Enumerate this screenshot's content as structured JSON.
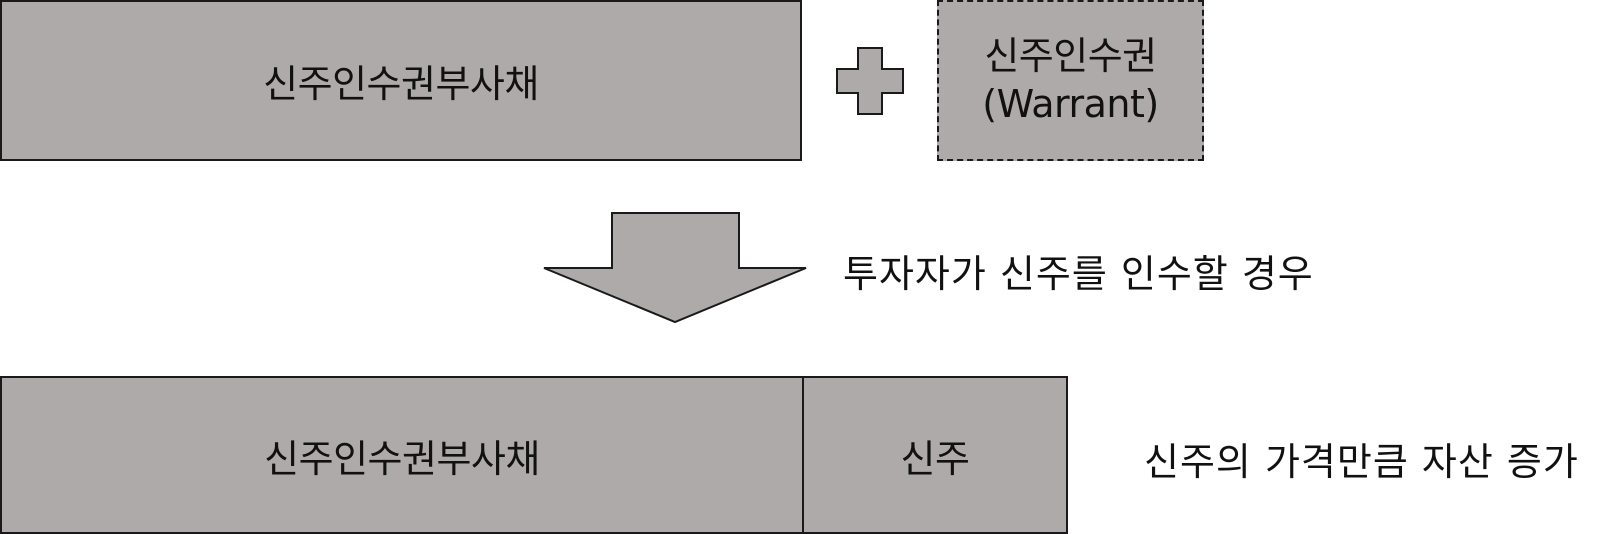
{
  "top": {
    "bond_label": "신주인수권부사채",
    "warrant_label": "신주인수권",
    "warrant_sublabel": "(Warrant)"
  },
  "transition": {
    "note": "투자자가 신주를 인수할 경우"
  },
  "bottom": {
    "bond_label": "신주인수권부사채",
    "share_label": "신주",
    "note": "신주의 가격만큼 자산 증가"
  },
  "colors": {
    "box_fill": "#aeaaaa",
    "stroke": "#1a1a1a"
  }
}
